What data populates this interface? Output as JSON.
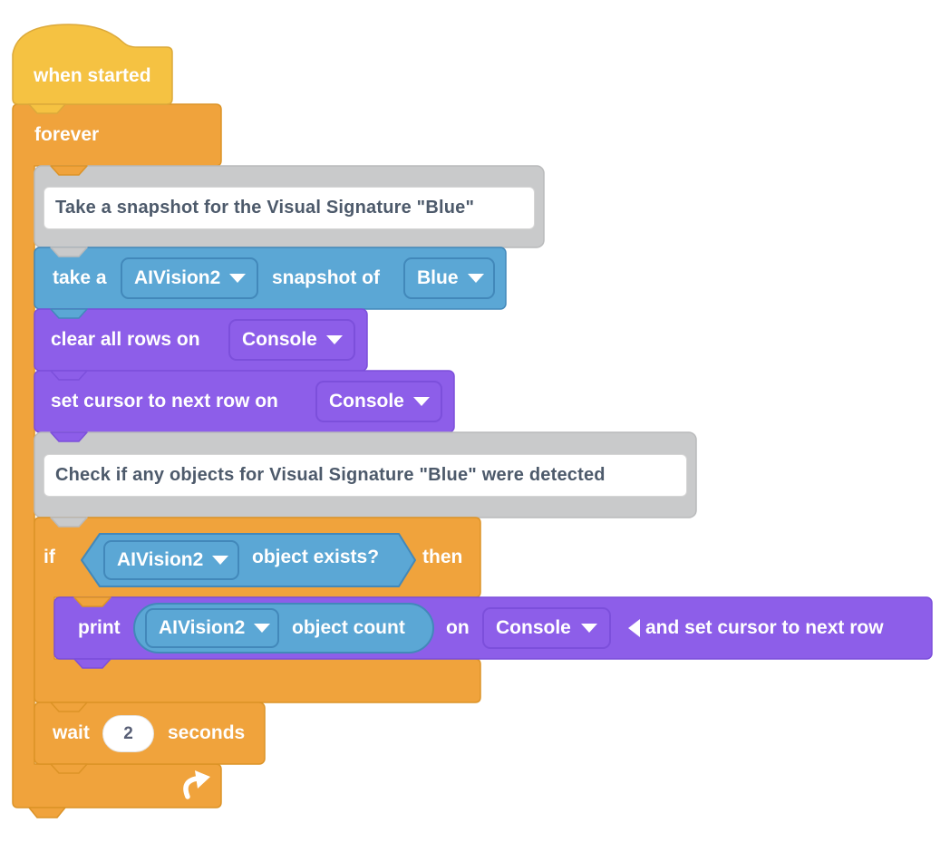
{
  "colors": {
    "event_yellow": "#F5C242",
    "event_yellow_border": "#DCA93A",
    "control_orange": "#F0A33C",
    "control_orange_border": "#DC9326",
    "sensing_blue": "#5BA7D5",
    "sensing_blue_border": "#4288BA",
    "console_purple": "#8D5EE9",
    "console_purple_border": "#7C4FDB",
    "comment_gray": "#C9CACB",
    "comment_gray_border": "#B9BABB",
    "comment_text": "#4D5A6B",
    "input_text": "#575E75"
  },
  "script": {
    "hat": {
      "label": "when started"
    },
    "forever": {
      "label": "forever"
    },
    "comment_snapshot": {
      "text": "Take a snapshot for the Visual Signature \"Blue\""
    },
    "take_snapshot": {
      "prefix": "take a",
      "camera": "AIVision2",
      "middle": "snapshot of",
      "signature": "Blue"
    },
    "clear_rows": {
      "label": "clear all rows on",
      "target": "Console"
    },
    "set_cursor": {
      "label": "set cursor to next row on",
      "target": "Console"
    },
    "comment_check": {
      "text": "Check if any objects for Visual Signature \"Blue\" were detected"
    },
    "if_block": {
      "if_label": "if",
      "camera": "AIVision2",
      "condition": "object exists?",
      "then_label": "then"
    },
    "print_block": {
      "print_label": "print",
      "camera": "AIVision2",
      "reporter": "object count",
      "on_label": "on",
      "target": "Console",
      "expand_suffix": "and set cursor to next row"
    },
    "wait": {
      "label": "wait",
      "seconds": "2",
      "unit": "seconds"
    }
  }
}
